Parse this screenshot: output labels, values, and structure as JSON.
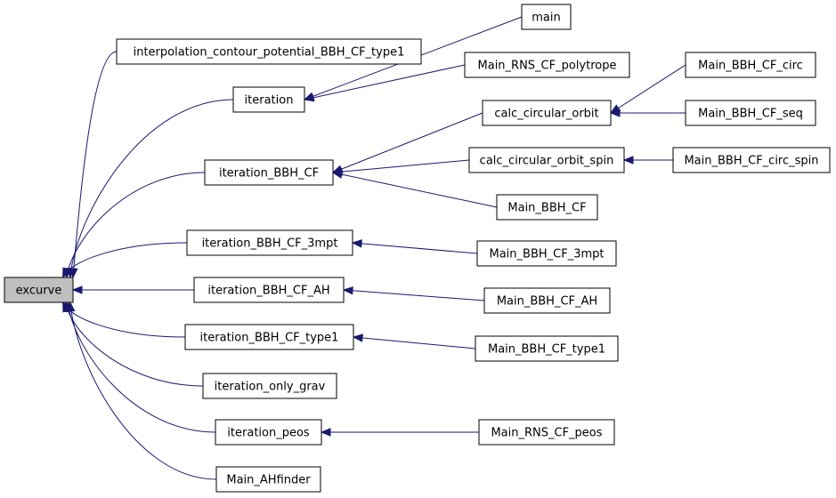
{
  "graph": {
    "nodes": {
      "excurve": "excurve",
      "interp": "interpolation_contour_potential_BBH_CF_type1",
      "iteration": "iteration",
      "it_bbh": "iteration_BBH_CF",
      "it_3mpt": "iteration_BBH_CF_3mpt",
      "it_ah": "iteration_BBH_CF_AH",
      "it_type1": "iteration_BBH_CF_type1",
      "it_grav": "iteration_only_grav",
      "it_peos": "iteration_peos",
      "m_ahfinder": "Main_AHfinder",
      "main": "main",
      "m_rns_poly": "Main_RNS_CF_polytrope",
      "calc_orbit": "calc_circular_orbit",
      "calc_spin": "calc_circular_orbit_spin",
      "m_bbh": "Main_BBH_CF",
      "m_3mpt": "Main_BBH_CF_3mpt",
      "m_ah": "Main_BBH_CF_AH",
      "m_type1": "Main_BBH_CF_type1",
      "m_rns_peos": "Main_RNS_CF_peos",
      "m_circ": "Main_BBH_CF_circ",
      "m_seq": "Main_BBH_CF_seq",
      "m_circ_spin": "Main_BBH_CF_circ_spin"
    },
    "edges": [
      [
        "interp",
        "excurve"
      ],
      [
        "iteration",
        "excurve"
      ],
      [
        "it_bbh",
        "excurve"
      ],
      [
        "it_3mpt",
        "excurve"
      ],
      [
        "it_ah",
        "excurve"
      ],
      [
        "it_type1",
        "excurve"
      ],
      [
        "it_grav",
        "excurve"
      ],
      [
        "it_peos",
        "excurve"
      ],
      [
        "m_ahfinder",
        "excurve"
      ],
      [
        "main",
        "iteration"
      ],
      [
        "m_rns_poly",
        "iteration"
      ],
      [
        "calc_orbit",
        "it_bbh"
      ],
      [
        "calc_spin",
        "it_bbh"
      ],
      [
        "m_bbh",
        "it_bbh"
      ],
      [
        "m_3mpt",
        "it_3mpt"
      ],
      [
        "m_ah",
        "it_ah"
      ],
      [
        "m_type1",
        "it_type1"
      ],
      [
        "m_rns_peos",
        "it_peos"
      ],
      [
        "m_circ",
        "calc_orbit"
      ],
      [
        "m_seq",
        "calc_orbit"
      ],
      [
        "m_circ_spin",
        "calc_spin"
      ]
    ]
  }
}
